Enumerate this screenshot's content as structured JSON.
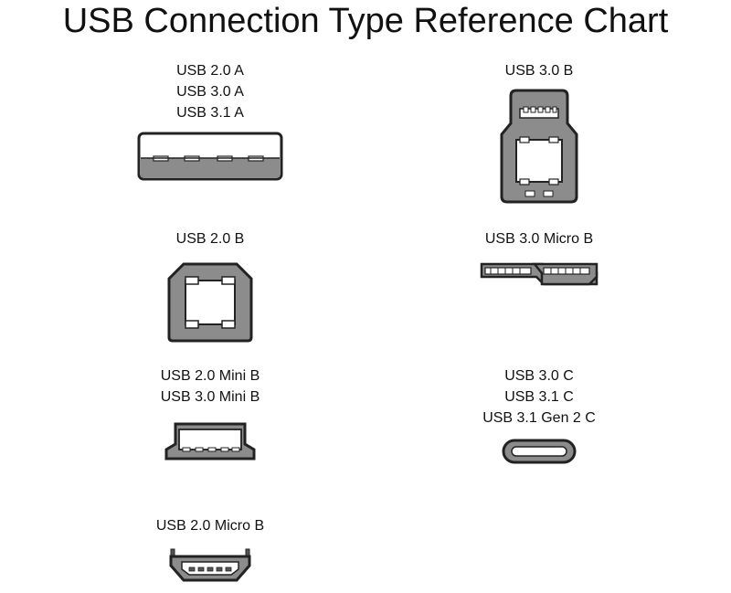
{
  "title": "USB Connection Type Reference Chart",
  "colors": {
    "outline": "#222222",
    "body_gray": "#8c8c8c",
    "dark_gray": "#555555",
    "fill_light": "#ffffff"
  },
  "connectors": [
    {
      "id": "usb-a",
      "labels": [
        "USB 2.0 A",
        "USB 3.0 A",
        "USB 3.1 A"
      ]
    },
    {
      "id": "usb30-b",
      "labels": [
        "USB 3.0 B"
      ]
    },
    {
      "id": "usb20-b",
      "labels": [
        "USB 2.0 B"
      ]
    },
    {
      "id": "usb30-micro-b",
      "labels": [
        "USB 3.0 Micro B"
      ]
    },
    {
      "id": "mini-b",
      "labels": [
        "USB 2.0 Mini B",
        "USB 3.0 Mini B"
      ]
    },
    {
      "id": "usb-c",
      "labels": [
        "USB 3.0 C",
        "USB 3.1 C",
        "USB 3.1 Gen 2 C"
      ]
    },
    {
      "id": "usb20-micro-b",
      "labels": [
        "USB 2.0 Micro B"
      ]
    }
  ]
}
